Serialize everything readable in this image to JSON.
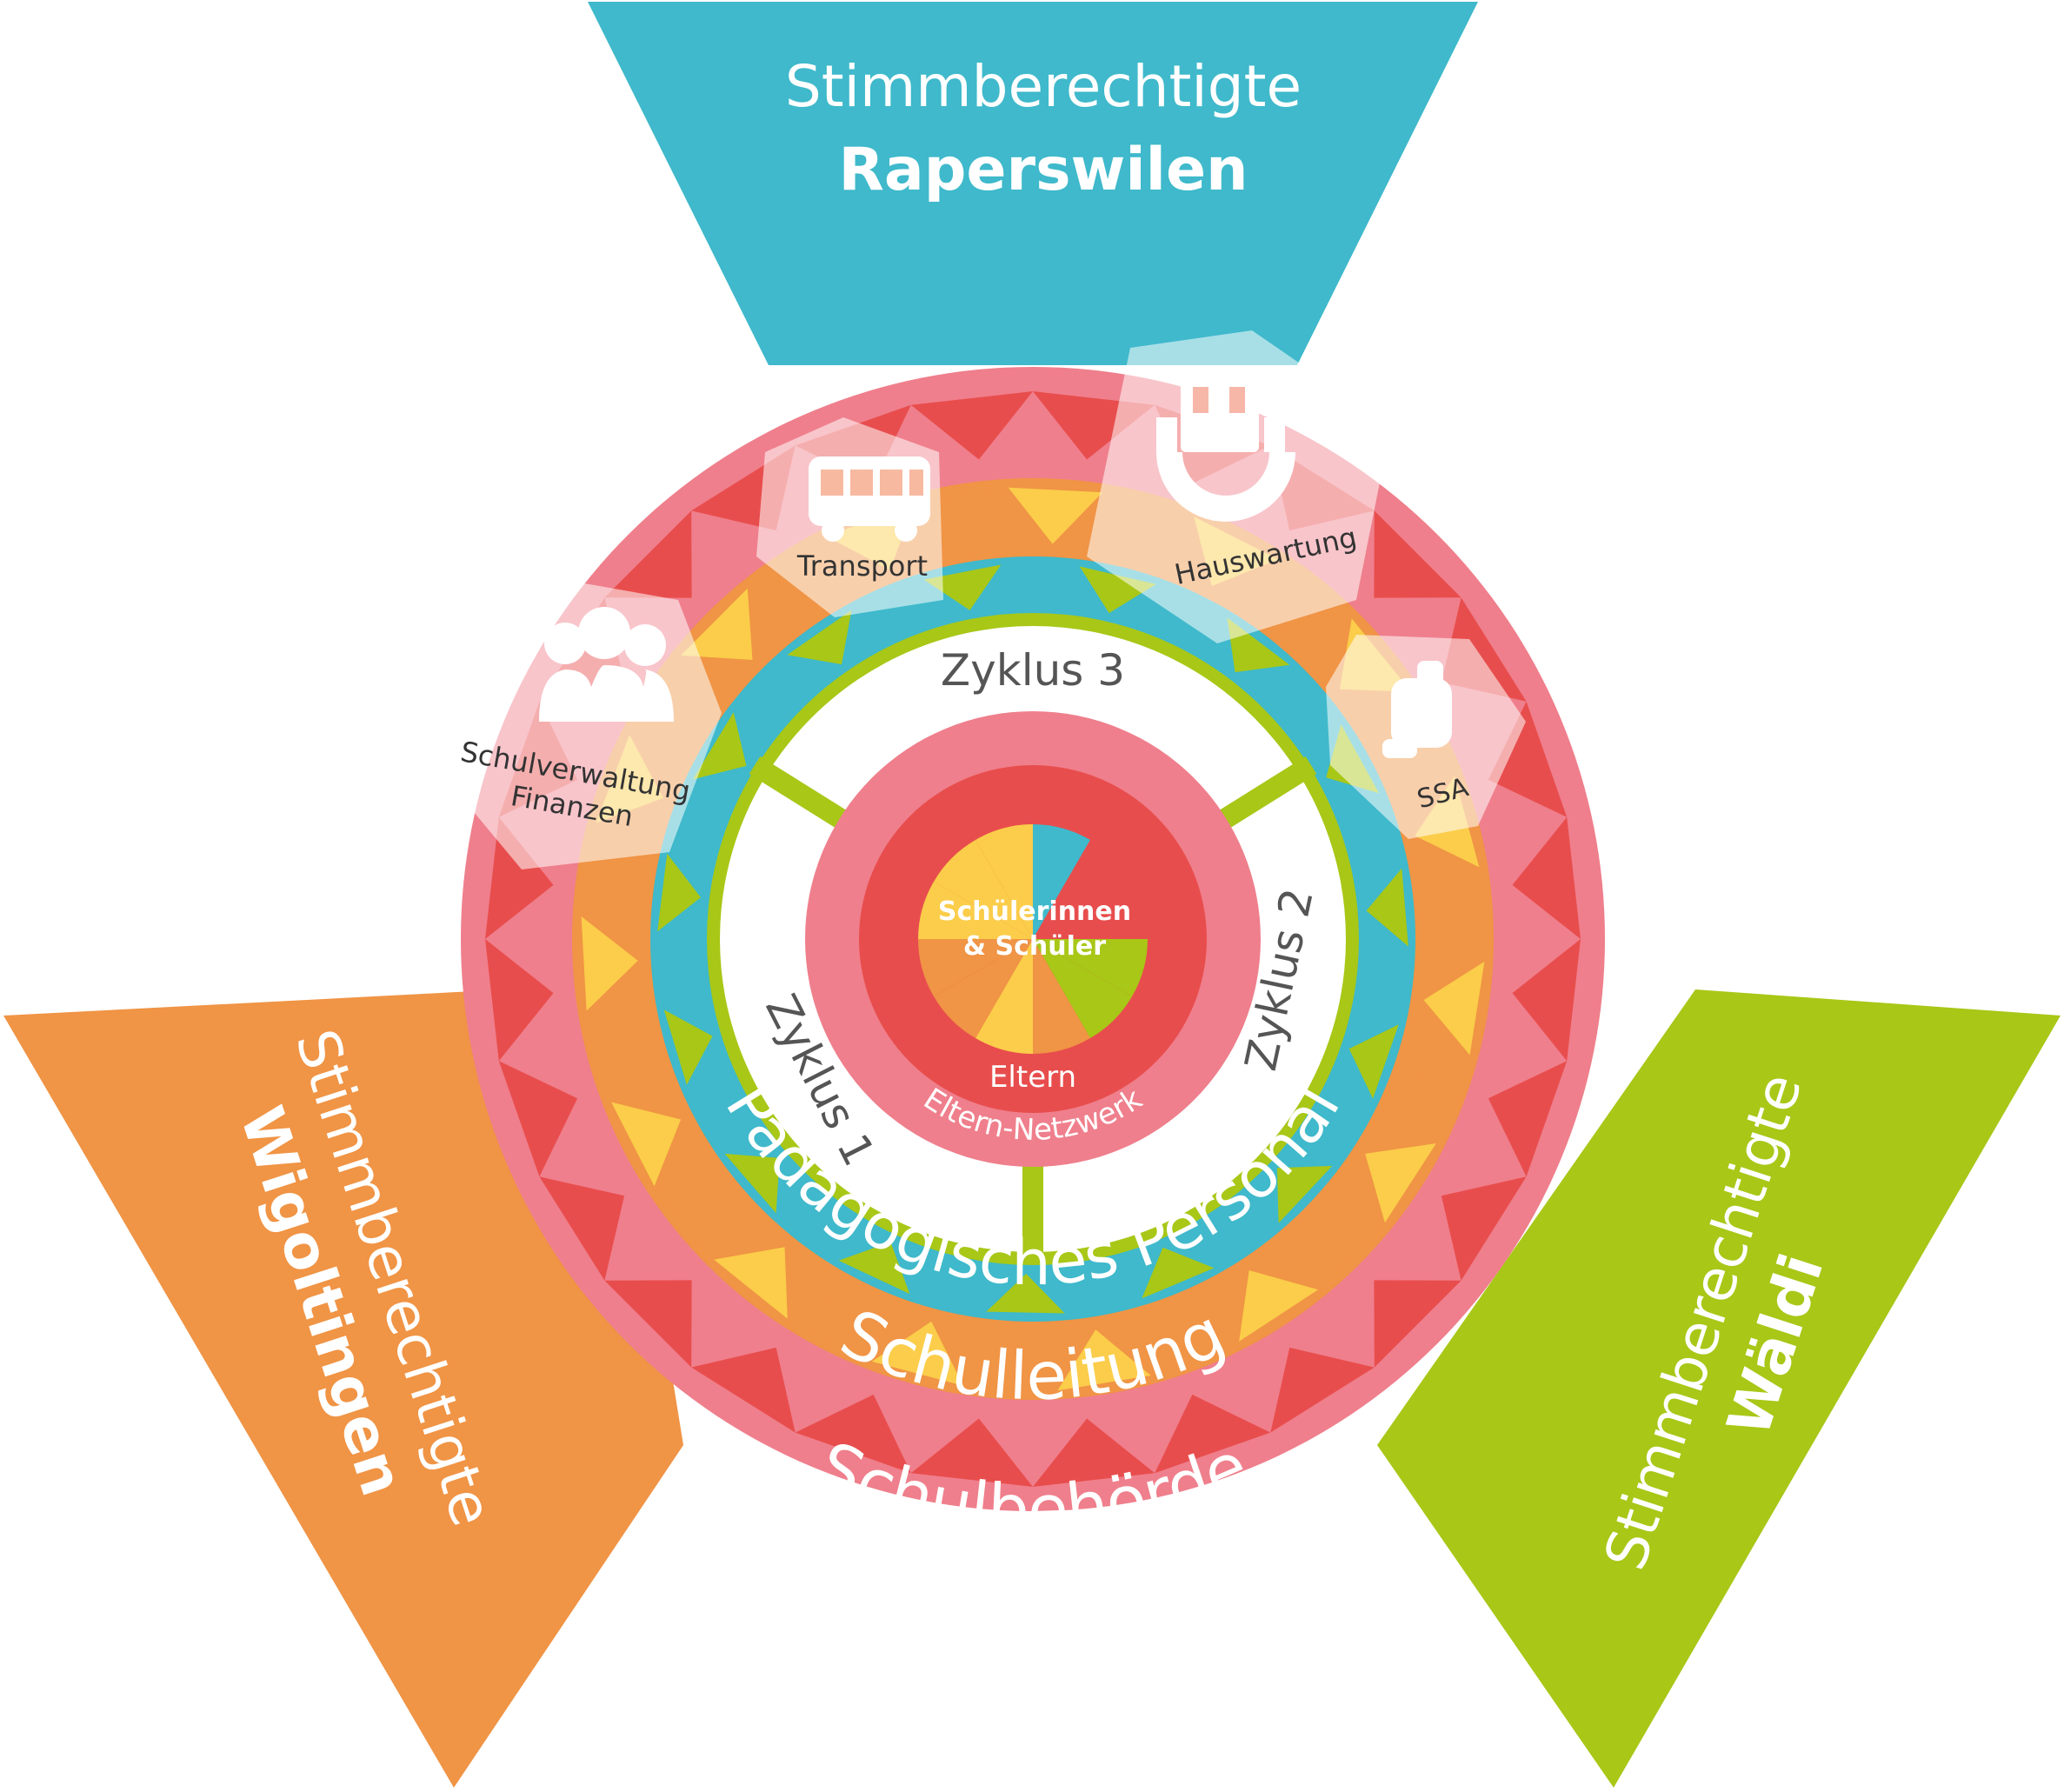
{
  "colors": {
    "pink": "#ef7f8c",
    "red": "#e84d4d",
    "orange": "#f09445",
    "yellow": "#fbcd4a",
    "blue": "#3fb9cb",
    "green": "#a8c717",
    "white": "#ffffff"
  },
  "voters": {
    "raperswilen": {
      "line1": "Stimmberechtigte",
      "line2": "Raperswilen"
    },
    "wigoltingen": {
      "line1": "Stimmberechtigte",
      "line2": "Wigoltingen"
    },
    "waeldi": {
      "line1": "Stimmberechtigte",
      "line2": "Wäldi"
    }
  },
  "rings": {
    "schulbehoerde": "Schulbehörde",
    "schulleitung": "Schulleitung",
    "personal": "Pädagogisches Personal",
    "zyklus1": "Zyklus 1",
    "zyklus2": "Zyklus 2",
    "zyklus3": "Zyklus 3",
    "eltern_netzwerk": "Eltern-Netzwerk",
    "eltern": "Eltern",
    "students_line1": "Schülerinnen",
    "students_line2": "& Schüler"
  },
  "services": [
    {
      "label": "Transport",
      "icon": "bus-icon"
    },
    {
      "label": "Hauswartung",
      "icon": "building-gear-icon"
    },
    {
      "label": "SSA",
      "icon": "hand-icon"
    },
    {
      "label_line1": "Schulverwaltung",
      "label_line2": "Finanzen",
      "icon": "people-icon"
    }
  ]
}
